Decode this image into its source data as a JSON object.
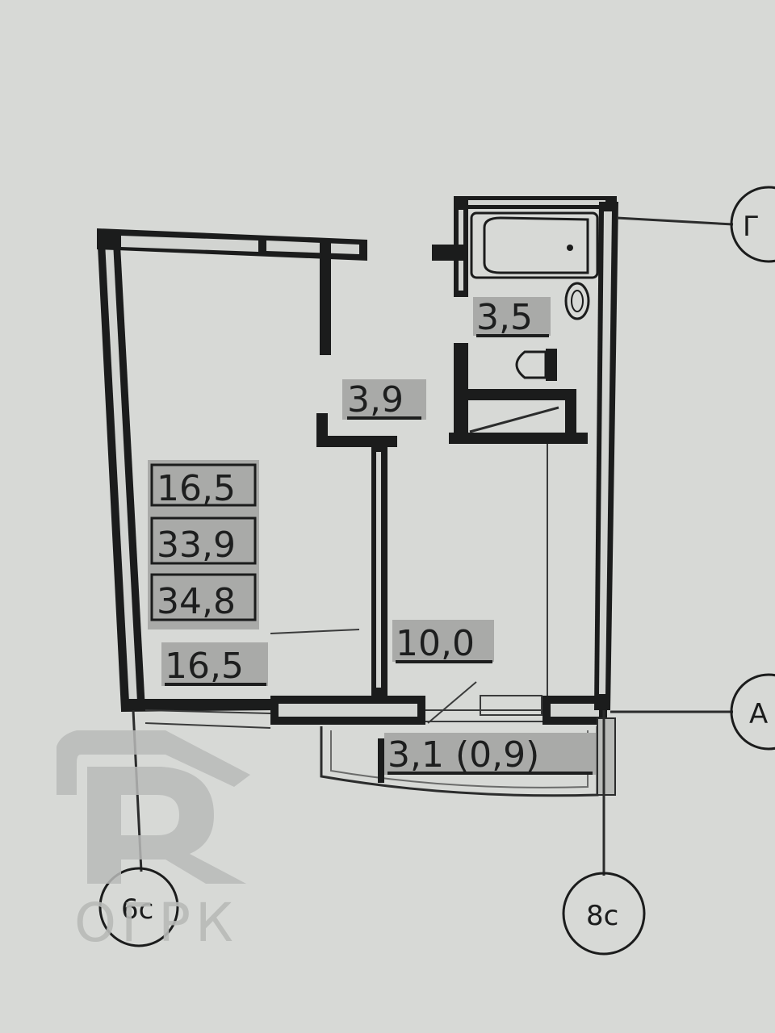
{
  "rooms": {
    "living_room_area": "16,5",
    "hallway_area": "3,9",
    "bathroom_area": "3,5",
    "kitchen_area": "10,0",
    "balcony_area": "3,1 (0,9)"
  },
  "summary": {
    "living_area": "16,5",
    "total_area": "33,9",
    "total_with_balcony": "34,8"
  },
  "axes": {
    "top_right": "Г",
    "middle_right": "А",
    "bottom_left": "6с",
    "bottom_right": "8с"
  },
  "watermark": {
    "logo_letter": "R",
    "text": "ОГРК"
  }
}
